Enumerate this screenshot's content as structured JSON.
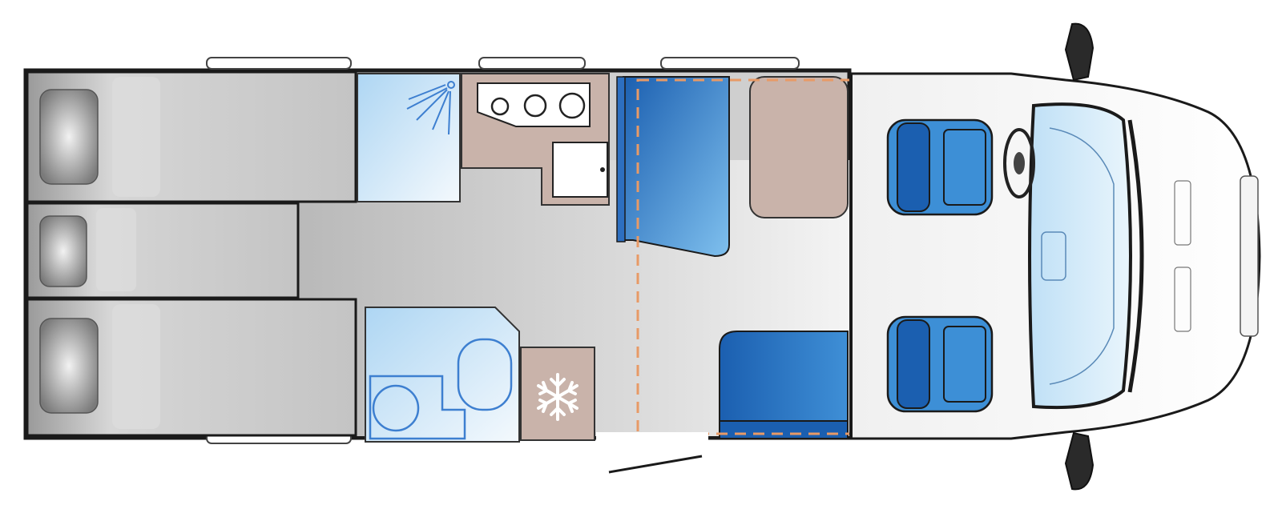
{
  "diagram": {
    "type": "motorhome-floor-plan",
    "colors": {
      "outline": "#1a1a1a",
      "grey_dark": "#8a8a8a",
      "grey_mid": "#bdbdbd",
      "grey_light": "#efefef",
      "blue_dark": "#1b5fb0",
      "blue_mid": "#3d8fd6",
      "blue_light": "#bfe0f6",
      "taupe": "#c9b3aa",
      "dash": "#e89a66",
      "white": "#ffffff"
    },
    "icons": [
      "shower-icon",
      "hob-icon",
      "sink-icon",
      "snowflake-icon",
      "toilet-icon",
      "steering-wheel-icon",
      "seat-icon"
    ],
    "zones": {
      "beds": 3,
      "seats": 2
    }
  }
}
